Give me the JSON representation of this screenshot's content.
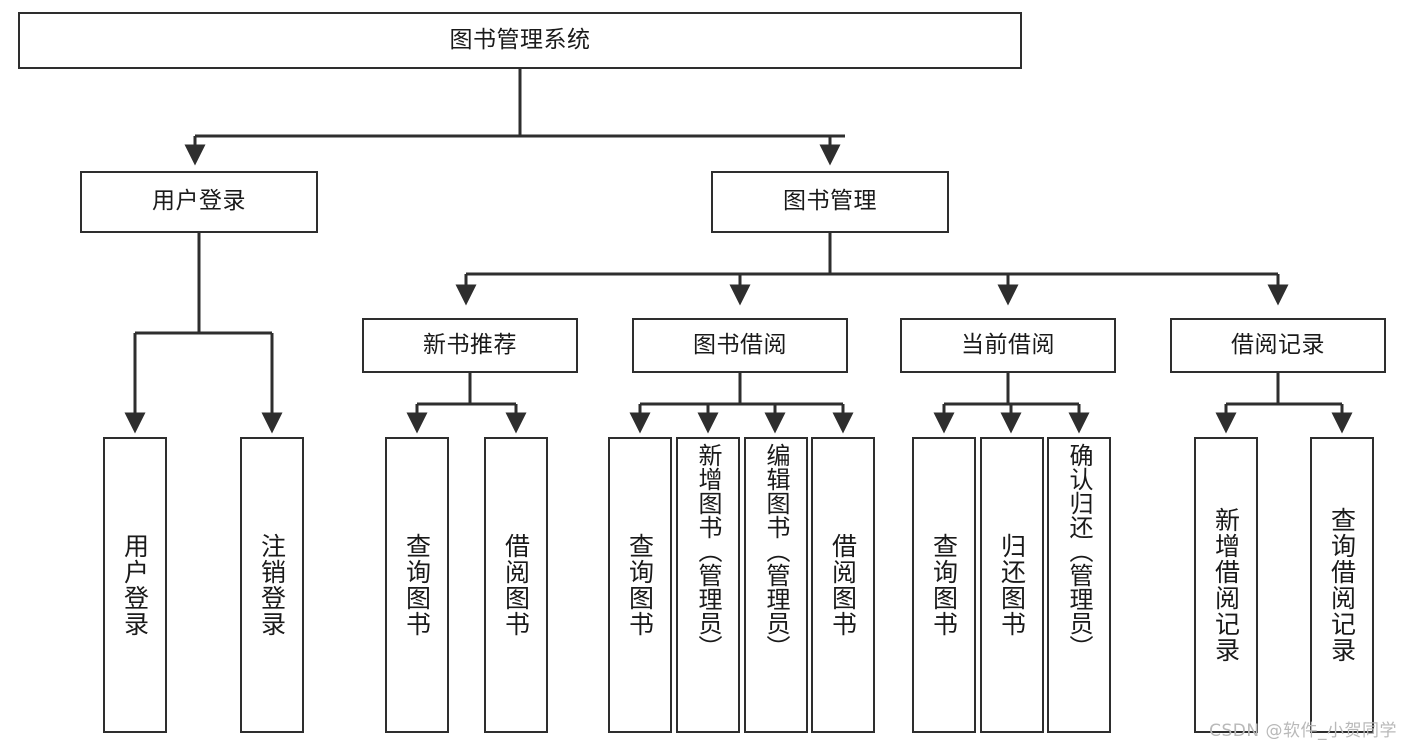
{
  "diagram": {
    "type": "tree",
    "title": "图书管理系统",
    "orientation": "top-down",
    "edge_style": "orthogonal-arrow",
    "colors": {
      "box_border": "#2e2e2e",
      "box_fill": "#ffffff",
      "line": "#2e2e2e",
      "text": "#1a1a1a",
      "watermark": "#b9b9b9",
      "background": "#ffffff"
    },
    "root": {
      "label": "图书管理系统",
      "orientation": "horizontal"
    },
    "level1": [
      {
        "label": "用户登录",
        "orientation": "horizontal"
      },
      {
        "label": "图书管理",
        "orientation": "horizontal"
      }
    ],
    "level2": [
      {
        "label": "新书推荐",
        "orientation": "horizontal",
        "parent": "图书管理"
      },
      {
        "label": "图书借阅",
        "orientation": "horizontal",
        "parent": "图书管理"
      },
      {
        "label": "当前借阅",
        "orientation": "horizontal",
        "parent": "图书管理"
      },
      {
        "label": "借阅记录",
        "orientation": "horizontal",
        "parent": "图书管理"
      }
    ],
    "leaves": [
      {
        "label": "用户登录",
        "orientation": "vertical",
        "parent": "用户登录"
      },
      {
        "label": "注销登录",
        "orientation": "vertical",
        "parent": "用户登录"
      },
      {
        "label": "查询图书",
        "orientation": "vertical",
        "parent": "新书推荐"
      },
      {
        "label": "借阅图书",
        "orientation": "vertical",
        "parent": "新书推荐"
      },
      {
        "label": "查询图书",
        "orientation": "vertical",
        "parent": "图书借阅"
      },
      {
        "label": "新增图书（管理员）",
        "orientation": "vertical",
        "parent": "图书借阅"
      },
      {
        "label": "编辑图书（管理员）",
        "orientation": "vertical",
        "parent": "图书借阅"
      },
      {
        "label": "借阅图书",
        "orientation": "vertical",
        "parent": "图书借阅"
      },
      {
        "label": "查询图书",
        "orientation": "vertical",
        "parent": "当前借阅"
      },
      {
        "label": "归还图书",
        "orientation": "vertical",
        "parent": "当前借阅"
      },
      {
        "label": "确认归还（管理员）",
        "orientation": "vertical",
        "parent": "当前借阅"
      },
      {
        "label": "新增借阅记录",
        "orientation": "vertical",
        "parent": "借阅记录"
      },
      {
        "label": "查询借阅记录",
        "orientation": "vertical",
        "parent": "借阅记录"
      }
    ]
  },
  "watermark": {
    "text": "CSDN @软件_小贺同学"
  }
}
